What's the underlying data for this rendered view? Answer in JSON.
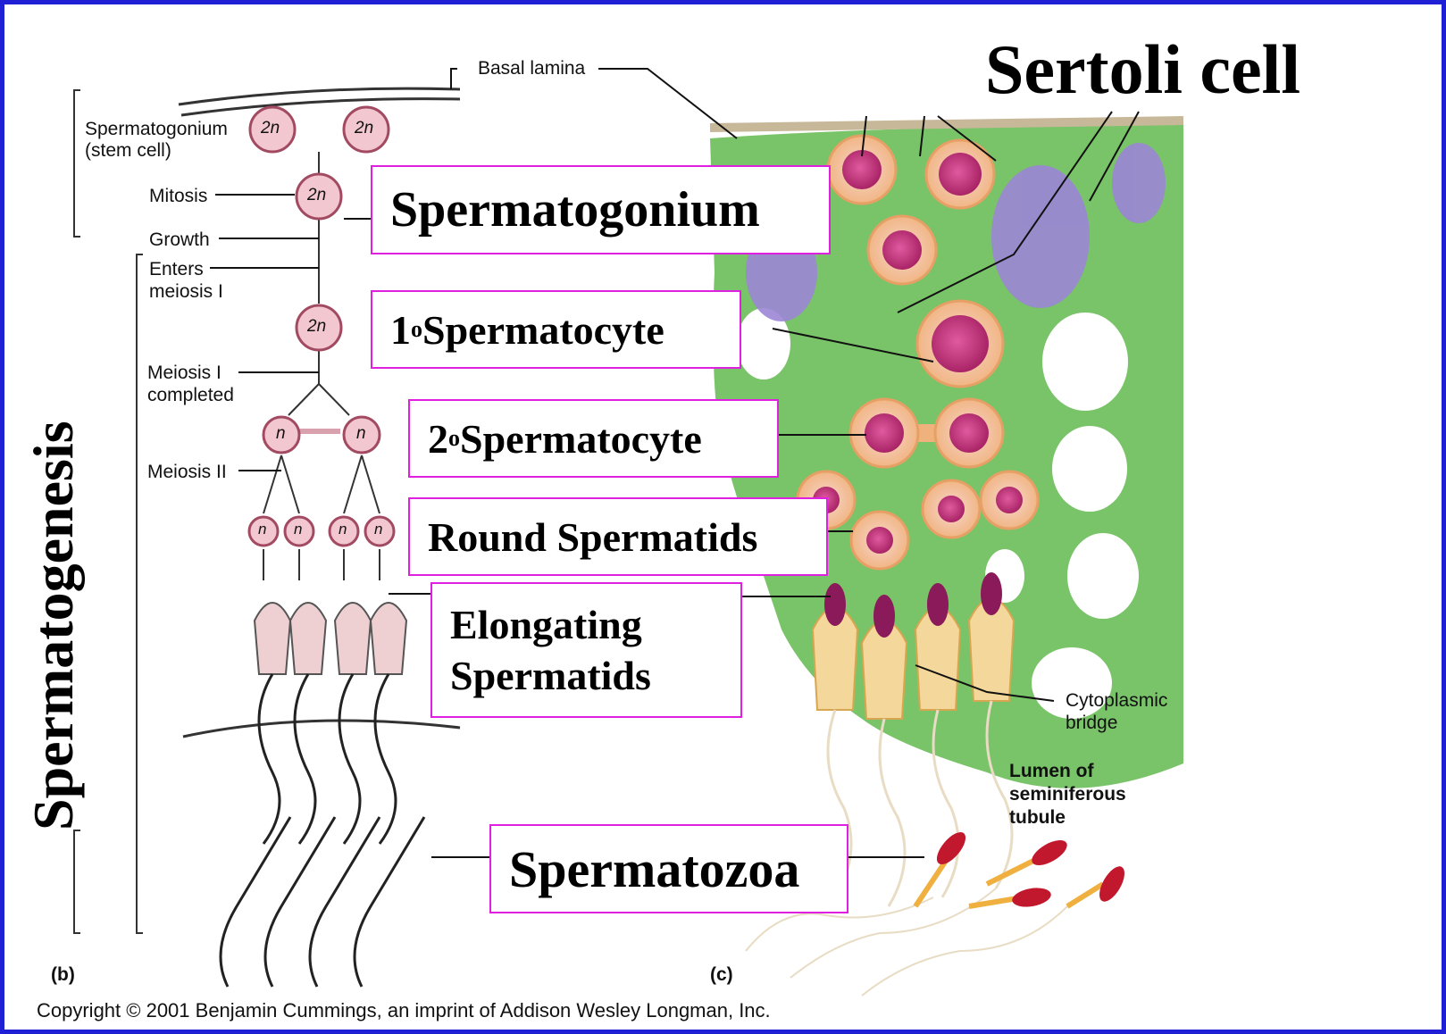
{
  "title": "Sertoli cell",
  "side_title": "Spermatogenesis",
  "labels": {
    "spermatogonium": "Spermatogonium",
    "primary_prefix": "1",
    "primary_sup": "o",
    "primary_name": " Spermatocyte",
    "secondary_prefix": "2",
    "secondary_sup": "o",
    "secondary_name": " Spermatocyte",
    "round": "Round Spermatids",
    "elongating_1": "Elongating",
    "elongating_2": "Spermatids",
    "spermatozoa": "Spermatozoa"
  },
  "figure_text": {
    "basal_lamina": "Basal lamina",
    "stem_1": "Spermatogonium",
    "stem_2": "(stem cell)",
    "mitosis": "Mitosis",
    "growth": "Growth",
    "enters_1": "Enters",
    "enters_2": "meiosis I",
    "meiosis1_1": "Meiosis I",
    "meiosis1_2": "completed",
    "meiosis2": "Meiosis II",
    "cyto_1": "Cytoplasmic",
    "cyto_2": "bridge",
    "lumen_1": "Lumen of",
    "lumen_2": "seminiferous",
    "lumen_3": "tubule",
    "panel_b": "(b)",
    "panel_c": "(c)",
    "copyright": "Copyright © 2001 Benjamin Cummings, an imprint of Addison Wesley Longman, Inc.",
    "diploid": "2n",
    "haploid": "n"
  },
  "colors": {
    "frame": "#1f1fd6",
    "label_border": "#e020e0",
    "tissue_green": "#6fbf5a",
    "nucleus_pink": "#c8337a",
    "cell_pink": "#f2c7cf",
    "sertoli_purple": "#9b86d6"
  }
}
